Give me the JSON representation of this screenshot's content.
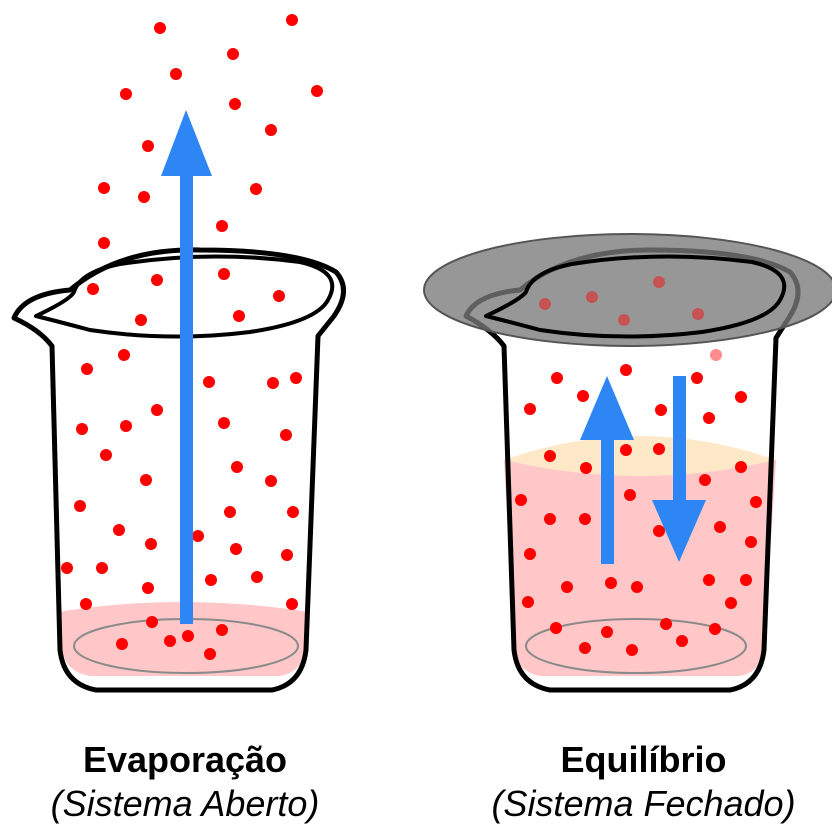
{
  "panels": [
    {
      "title": "Evaporação",
      "subtitle": "(Sistema Aberto)"
    },
    {
      "title": "Equilíbrio",
      "subtitle": "(Sistema Fechado)"
    }
  ],
  "colors": {
    "particle": "#ff0000",
    "arrow": "#2e86f5",
    "liquid": "#ffc7c7",
    "vapor_band": "#fde9c8",
    "lid": "#7a7a7a",
    "outline": "#000000"
  }
}
